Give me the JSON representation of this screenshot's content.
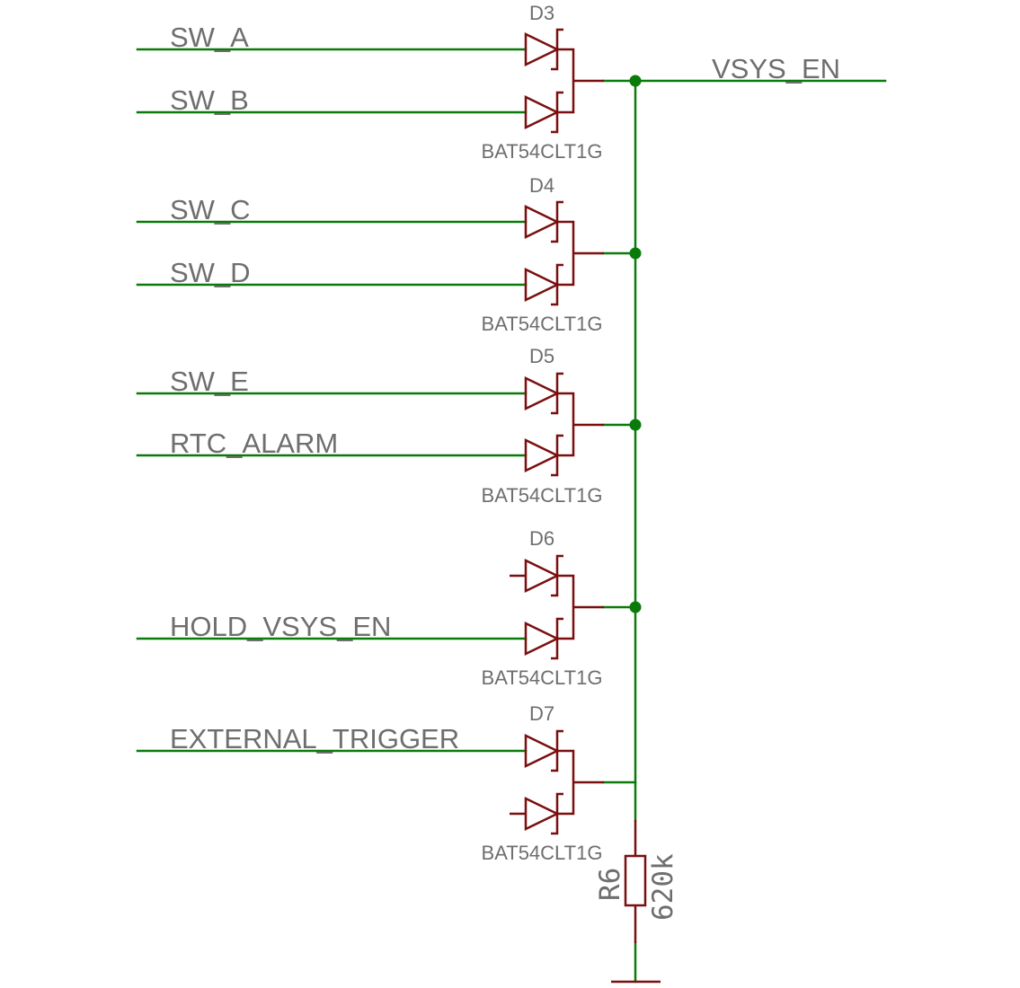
{
  "schematic": {
    "output_net": "VSYS_EN",
    "colors": {
      "wire": "#0a7a0a",
      "component": "#7a0f0f",
      "label": "#6e6e6e"
    },
    "diodes": [
      {
        "ref": "D3",
        "part": "BAT54CLT1G",
        "inputs": [
          "SW_A",
          "SW_B"
        ]
      },
      {
        "ref": "D4",
        "part": "BAT54CLT1G",
        "inputs": [
          "SW_C",
          "SW_D"
        ]
      },
      {
        "ref": "D5",
        "part": "BAT54CLT1G",
        "inputs": [
          "SW_E",
          "RTC_ALARM"
        ]
      },
      {
        "ref": "D6",
        "part": "BAT54CLT1G",
        "inputs": [
          "",
          "HOLD_VSYS_EN"
        ]
      },
      {
        "ref": "D7",
        "part": "BAT54CLT1G",
        "inputs": [
          "EXTERNAL_TRIGGER",
          ""
        ]
      }
    ],
    "resistor": {
      "ref": "R6",
      "value": "620k"
    }
  }
}
